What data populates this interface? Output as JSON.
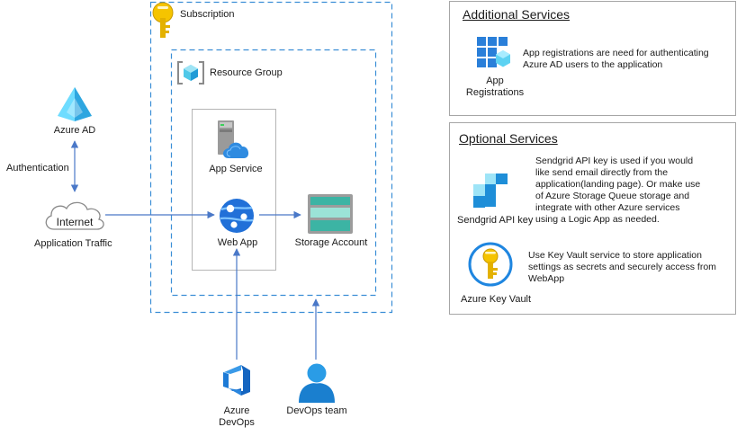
{
  "diagram": {
    "subscription_label": "Subscription",
    "resource_group_label": "Resource Group",
    "azure_ad_label": "Azure AD",
    "authentication_label": "Authentication",
    "internet_label": "Internet",
    "application_traffic_label": "Application Traffic",
    "app_service_label": "App Service",
    "web_app_label": "Web App",
    "storage_account_label": "Storage Account",
    "azure_devops_label_line1": "Azure",
    "azure_devops_label_line2": "DevOps",
    "devops_team_label": "DevOps team"
  },
  "additional_services": {
    "title": "Additional Services",
    "app_registrations_label_line1": "App",
    "app_registrations_label_line2": "Registrations",
    "app_registrations_desc_line1": "App registrations are need for authenticating",
    "app_registrations_desc_line2": "Azure AD users to the application"
  },
  "optional_services": {
    "title": "Optional Services",
    "sendgrid_label": "Sendgrid API key",
    "sendgrid_desc_lines": [
      "Sendgrid API key is used if you would",
      "like send email directly from the",
      "application(landing page). Or make use",
      "of Azure Storage Queue storage and",
      "integrate with other Azure services",
      "using a Logic App as needed."
    ],
    "key_vault_label": "Azure Key Vault",
    "key_vault_desc_lines": [
      "Use Key Vault service to store application",
      "settings as secrets and securely access from",
      "WebApp"
    ]
  },
  "colors": {
    "dashed_border": "#3b8ed6",
    "arrow": "#4a78c8",
    "azure_blue": "#0078d4",
    "key_gold": "#f5c400"
  }
}
